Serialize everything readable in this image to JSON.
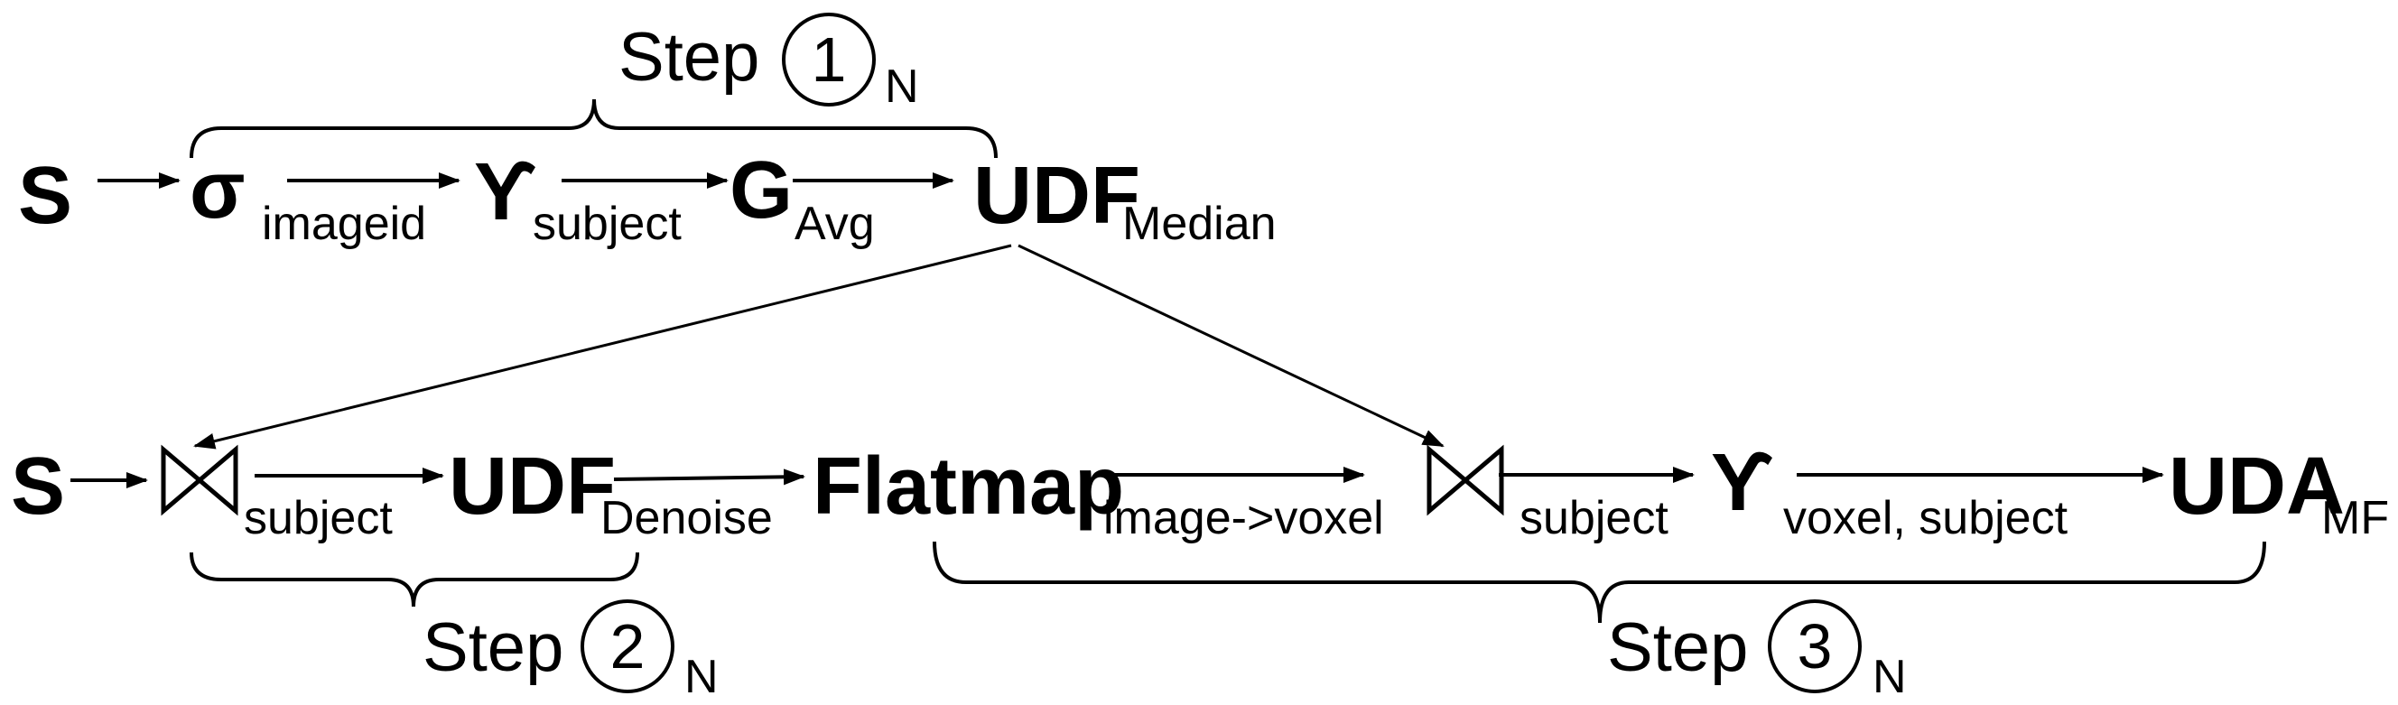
{
  "row1": {
    "source": "S",
    "select_op": "σ",
    "select_sub": "imageid",
    "group_op": "ϒ",
    "group_sub": "subject",
    "agg_op": "G",
    "agg_sub": "Avg",
    "udf_op": "UDF",
    "udf_sub": "Median"
  },
  "row2": {
    "source": "S",
    "join1_sub": "subject",
    "udf_op": "UDF",
    "udf_sub": "Denoise",
    "flatmap_op": "Flatmap",
    "flatmap_sub": "image->voxel",
    "join2_sub": "subject",
    "group_op": "ϒ",
    "group_sub": "voxel, subject",
    "uda_op": "UDA",
    "uda_sub": "MF"
  },
  "steps": [
    {
      "word": "Step",
      "number": "1",
      "suffix": "N"
    },
    {
      "word": "Step",
      "number": "2",
      "suffix": "N"
    },
    {
      "word": "Step",
      "number": "3",
      "suffix": "N"
    }
  ],
  "icons": [
    "bowtie-join-icon",
    "bowtie-join-icon"
  ]
}
